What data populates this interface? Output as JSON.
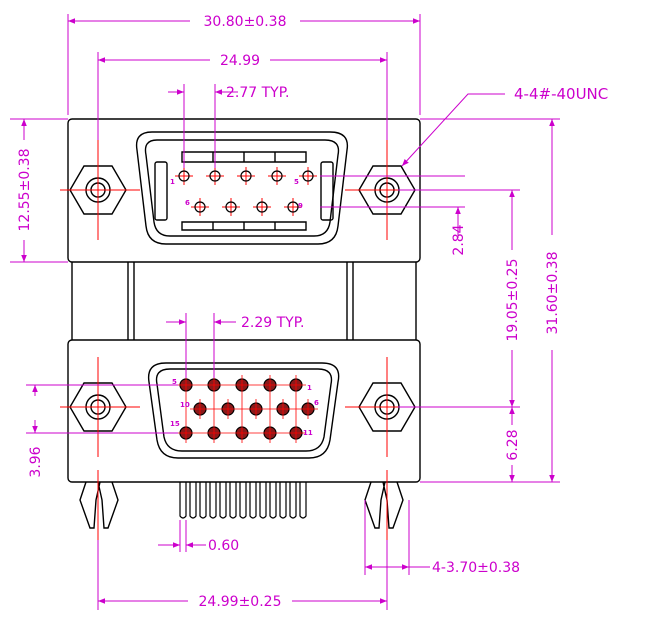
{
  "dimensions": {
    "overall_width": "30.80±0.38",
    "screw_spacing_top": "24.99",
    "pitch_top": "2.77 TYP.",
    "thread": "4-4#-40UNC",
    "top_block_height": "12.55±0.38",
    "row_spacing_top": "2.84",
    "connector_spacing": "19.05±0.25",
    "overall_height": "31.60±0.38",
    "pitch_bottom": "2.29 TYP.",
    "bottom_screw_offset": "3.96",
    "bottom_pin_offset": "6.28",
    "pin_width": "0.60",
    "leg_width": "4-3.70±0.38",
    "leg_spacing": "24.99±0.25"
  },
  "pin_labels": {
    "top": [
      "1",
      "5",
      "6",
      "9"
    ],
    "bottom": [
      "5",
      "1",
      "10",
      "6",
      "15",
      "11"
    ]
  },
  "colors": {
    "outline": "#000000",
    "dimension": "#cc00cc",
    "centerline": "#ff0000"
  }
}
